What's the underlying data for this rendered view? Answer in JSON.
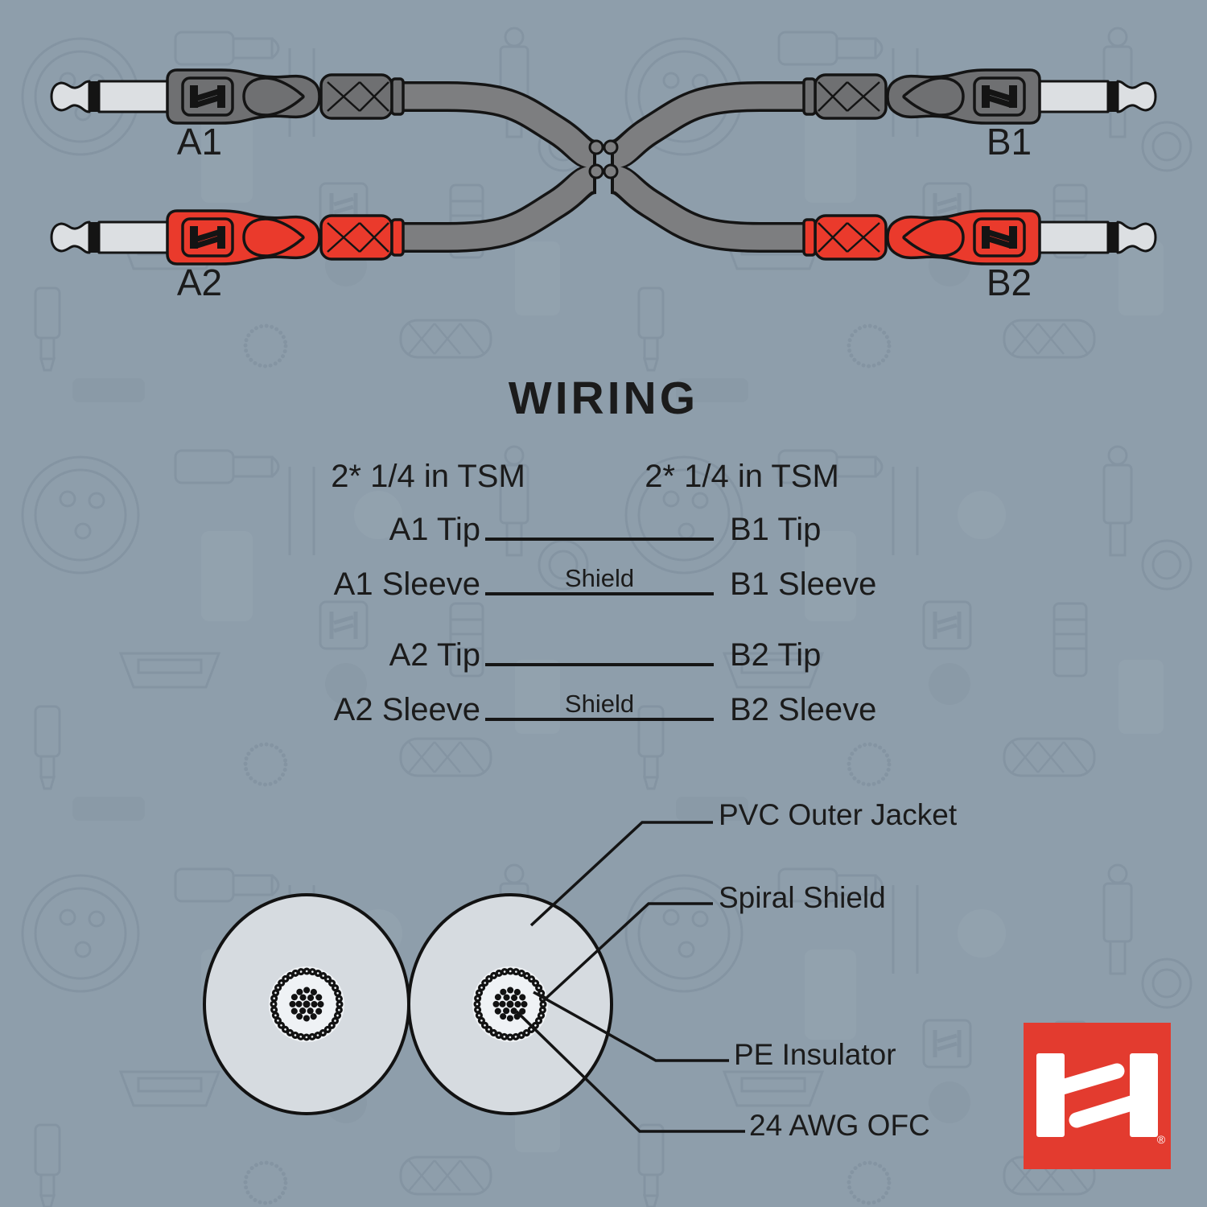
{
  "product_diagram": {
    "connector_labels": {
      "a1": "A1",
      "a2": "A2",
      "b1": "B1",
      "b2": "B2"
    }
  },
  "wiring": {
    "title": "WIRING",
    "left_header": "2* 1/4 in TSM",
    "right_header": "2* 1/4 in TSM",
    "rows": [
      {
        "left": "A1 Tip",
        "via": "",
        "right": "B1 Tip"
      },
      {
        "left": "A1 Sleeve",
        "via": "Shield",
        "right": "B1 Sleeve"
      },
      {
        "left": "A2 Tip",
        "via": "",
        "right": "B2 Tip"
      },
      {
        "left": "A2 Sleeve",
        "via": "Shield",
        "right": "B2 Sleeve"
      }
    ]
  },
  "cross_section": {
    "labels": {
      "jacket": "PVC Outer Jacket",
      "shield": "Spiral Shield",
      "insulator": "PE Insulator",
      "conductor": "24 AWG OFC"
    }
  },
  "brand": {
    "logo_icon": "hosa-h-icon",
    "registered_mark": "®"
  },
  "colors": {
    "background": "#8e9eab",
    "pattern_line": "#7b8c9a",
    "connector_gray": "#6f7072",
    "connector_red": "#ea3a2c",
    "cable_gray": "#7d7e80",
    "plug_silver": "#dcdfe2",
    "outline_black": "#141414",
    "cross_section_fill": "#d6dbe0",
    "cross_section_inner": "#eff2f5",
    "logo_red": "#e33b2f",
    "text": "#1b1b1b"
  }
}
